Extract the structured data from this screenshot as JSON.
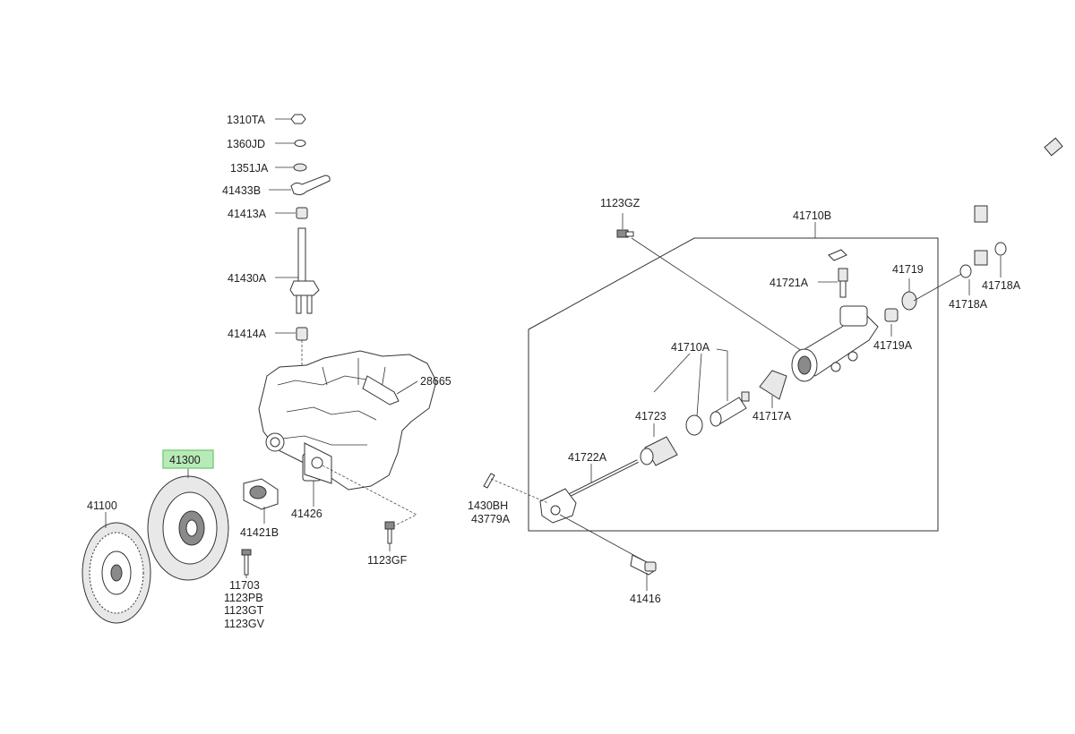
{
  "diagram": {
    "highlight_color": "#7fd07f",
    "highlighted_part": "41300",
    "labels": {
      "p1310TA": "1310TA",
      "p1360JD": "1360JD",
      "p1351JA": "1351JA",
      "p41433B": "41433B",
      "p41413A": "41413A",
      "p41430A": "41430A",
      "p41414A": "41414A",
      "p28665": "28665",
      "p41300": "41300",
      "p41100": "41100",
      "p41421B": "41421B",
      "p41426": "41426",
      "p11703": "11703",
      "p1123PB": "1123PB",
      "p1123GT": "1123GT",
      "p1123GV": "1123GV",
      "p1123GF": "1123GF",
      "p1123GZ": "1123GZ",
      "p41710B": "41710B",
      "p41721A": "41721A",
      "p41719": "41719",
      "p41718A_1": "41718A",
      "p41718A_2": "41718A",
      "p41719A": "41719A",
      "p41710A": "41710A",
      "p41723": "41723",
      "p41717A": "41717A",
      "p41722A": "41722A",
      "p1430BH": "1430BH",
      "p43779A": "43779A",
      "p41416": "41416"
    }
  }
}
